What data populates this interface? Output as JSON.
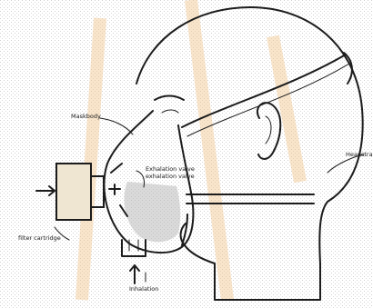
{
  "labels": {
    "mask_body": "Maskbody",
    "headstrap": "Headstrap",
    "exhalation_valve": "Exhalation valve",
    "exhalation_valve_sub": "exhalation valve",
    "filter_cartridge": "filter cartridge",
    "inhalation": "Inhalation"
  },
  "colors": {
    "line": "#1c1c1c",
    "noise": "#a8a8a8",
    "filter_fill": "#efe6d2",
    "watermark": "#f2c68c"
  }
}
